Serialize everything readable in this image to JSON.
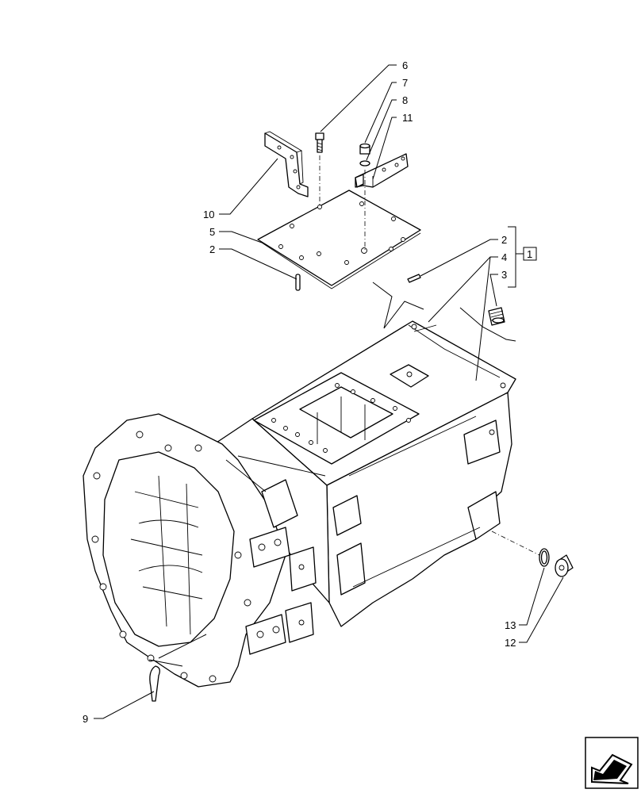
{
  "callouts": {
    "c6": "6",
    "c7": "7",
    "c8": "8",
    "c11": "11",
    "c10": "10",
    "c5": "5",
    "c2a": "2",
    "c2b": "2",
    "c4": "4",
    "c3": "3",
    "kit": "1",
    "c13": "13",
    "c12": "12",
    "c9": "9"
  },
  "icons": {
    "nav": "arrow-nav-icon"
  }
}
